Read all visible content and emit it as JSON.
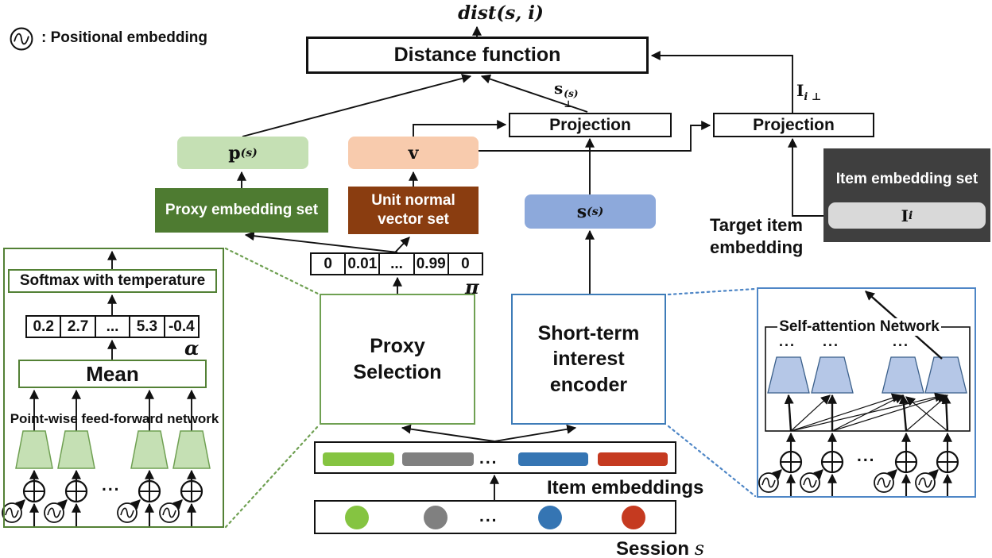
{
  "legend": {
    "label": ": Positional embedding"
  },
  "title": {
    "dist": "dist(s, i)"
  },
  "nodes": {
    "distance_function": "Distance function",
    "projection_left": "Projection",
    "projection_right": "Projection",
    "proxy_embedding_set": "Proxy embedding set",
    "unit_normal_vector_set": "Unit normal vector set",
    "item_embedding_set": "Item embedding set",
    "proxy_selection": "Proxy Selection",
    "short_term_interest_encoder": "Short-term interest encoder",
    "softmax": "Softmax with temperature",
    "mean": "Mean",
    "pffn": "Point-wise feed-forward network",
    "self_attention_network": "Self-attention Network"
  },
  "math": {
    "p_base": "p",
    "p_sup": "(s)",
    "v": "v",
    "s_base": "s",
    "s_sup": "(s)",
    "s_perp_base": "s",
    "s_perp_sup": "(s)",
    "s_perp_sub": "⊥",
    "i_perp_base": "I",
    "i_perp_sub": "i ⊥",
    "ii_base": "I",
    "ii_sub": "i",
    "pi": "π",
    "alpha": "α",
    "session_var": "s"
  },
  "pi_vector": {
    "cells": [
      "0",
      "0.01",
      "...",
      "0.99",
      "0"
    ]
  },
  "alpha_vector": {
    "cells": [
      "0.2",
      "2.7",
      "...",
      "5.3",
      "-0.4"
    ]
  },
  "labels": {
    "target_item_embedding": "Target item embedding",
    "item_embeddings": "Item embeddings",
    "session": "Session",
    "ellipsis": "..."
  },
  "colors": {
    "item_green": "#85C441",
    "item_gray": "#808080",
    "item_blue": "#3575B3",
    "item_red": "#C53A20",
    "green_light": "#C5E0B4",
    "green_dark": "#4E7B31",
    "peach": "#F8CBAD",
    "brown": "#8A3D10",
    "blue_light": "#8DA9DB",
    "gray_dark": "#3F3F3F",
    "gray_light": "#D9D9D9",
    "green_border": "#6FA052",
    "blue_border": "#3E7CB8",
    "panel_green": "#538135",
    "panel_blue": "#4E86C6",
    "trap_blue": "#B5C7E7",
    "trap_blue_border": "#3A5F8A",
    "line": "#111111"
  }
}
